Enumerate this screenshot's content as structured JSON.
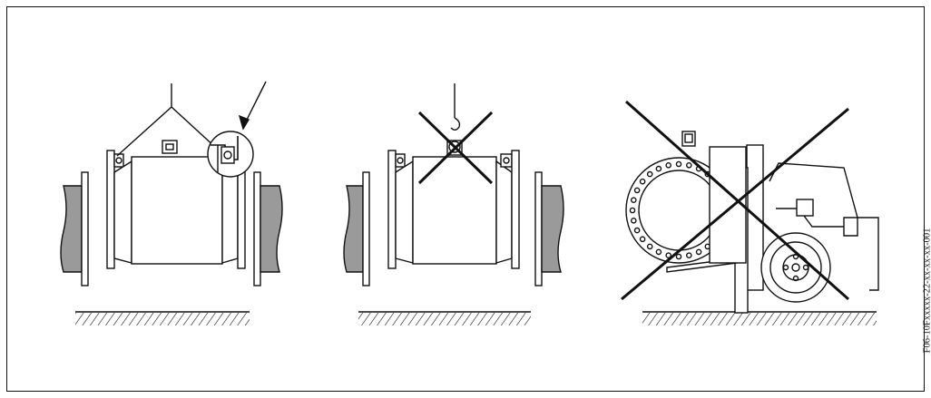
{
  "figure": {
    "code": "F06-10Fxxxxx-22-xx-xx-xx-001",
    "panels": [
      {
        "id": "correct-lift",
        "status": "correct"
      },
      {
        "id": "wrong-lift-center",
        "status": "incorrect"
      },
      {
        "id": "wrong-forklift",
        "status": "incorrect"
      }
    ]
  },
  "colors": {
    "line": "#111111",
    "pipe_fill": "#9a9a9a",
    "background": "#ffffff"
  }
}
